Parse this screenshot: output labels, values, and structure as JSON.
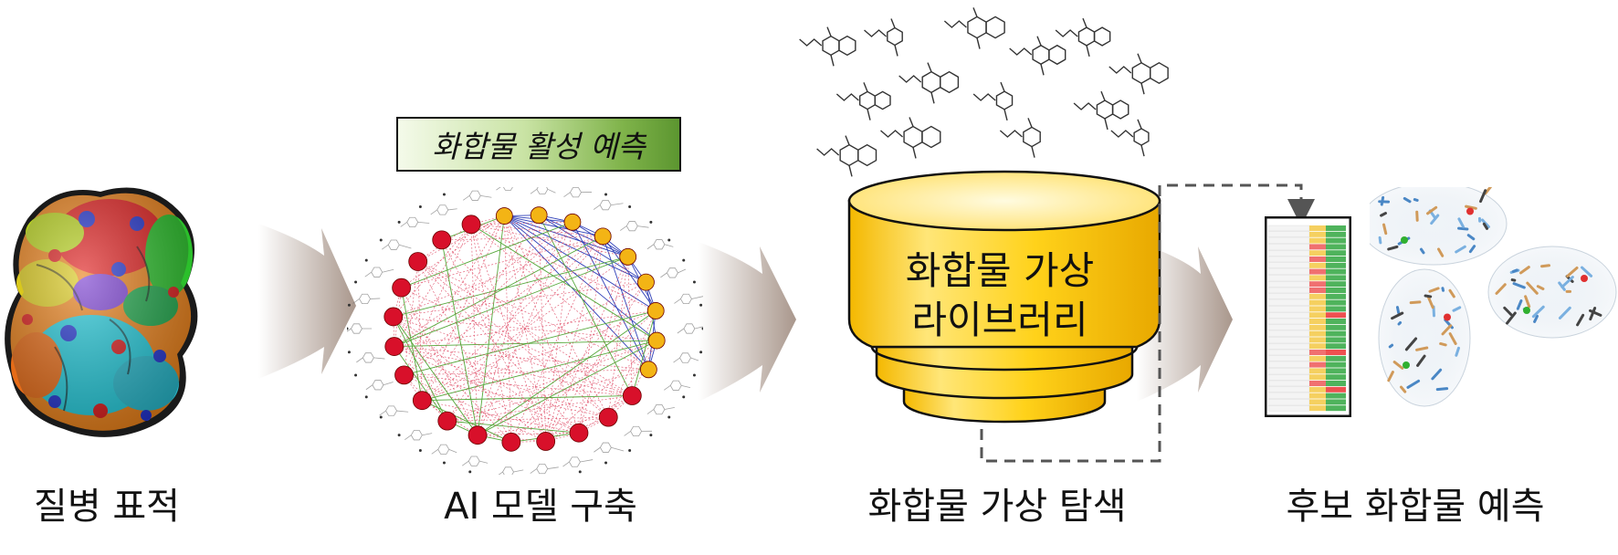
{
  "stages": [
    {
      "id": "disease-target",
      "caption": "질병 표적"
    },
    {
      "id": "ai-model",
      "caption": "AI 모델 구축"
    },
    {
      "id": "virtual-screening",
      "caption": "화합물 가상 탐색"
    },
    {
      "id": "candidate-prediction",
      "caption": "후보 화합물 예측"
    }
  ],
  "activity_badge": "화합물 활성 예측",
  "library": {
    "line1": "화합물 가상",
    "line2": "라이브러리"
  },
  "colors": {
    "arrow": "#a9978c",
    "cylinder_fill": "#ffd21a",
    "cylinder_light": "#fff2a6",
    "badge_green": "#7fb34a",
    "node_red": "#d8102a",
    "node_yellow": "#f3b415",
    "dashed_connector": "#555555"
  }
}
